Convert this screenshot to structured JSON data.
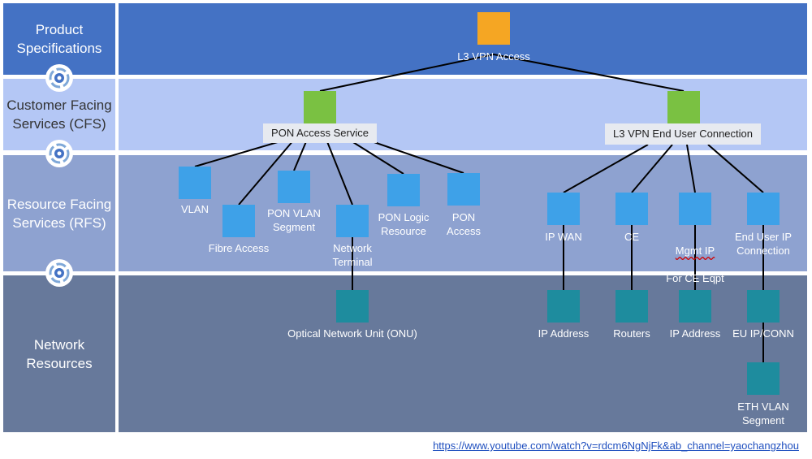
{
  "bands": [
    {
      "label": "Product\nSpecifications"
    },
    {
      "label": "Customer Facing\nServices (CFS)"
    },
    {
      "label": "Resource Facing\nServices (RFS)"
    },
    {
      "label": "Network\nResources"
    }
  ],
  "colors": {
    "band1": "#4472c4",
    "band2": "#b4c7f5",
    "band3": "#8ea2d0",
    "band4": "#67799b",
    "product_node": "#f5a623",
    "cfs_node": "#7ac142",
    "rfs_node": "#3ea1e8",
    "resource_node": "#1e8c9e"
  },
  "product": {
    "label": "L3 VPN Access"
  },
  "cfs": [
    {
      "label": "PON Access Service"
    },
    {
      "label": "L3 VPN End User Connection"
    }
  ],
  "rfs": [
    {
      "label": "VLAN"
    },
    {
      "label": "Fibre Access"
    },
    {
      "label": "PON VLAN\nSegment"
    },
    {
      "label": "Network\nTerminal"
    },
    {
      "label": "PON Logic\nResource"
    },
    {
      "label": "PON\nAccess"
    },
    {
      "label": "IP WAN"
    },
    {
      "label": "CE"
    },
    {
      "label_line1": "Mgmt IP",
      "label_line2": "For CE Eqpt"
    },
    {
      "label": "End User IP\nConnection"
    }
  ],
  "resources": [
    {
      "label": "Optical Network Unit (ONU)"
    },
    {
      "label": "IP Address"
    },
    {
      "label": "Routers"
    },
    {
      "label": "IP Address"
    },
    {
      "label": "EU IP/CONN"
    },
    {
      "label": "ETH VLAN\nSegment"
    }
  ],
  "icons": {
    "gear": "gear-icon"
  },
  "source_url": "https://www.youtube.com/watch?v=rdcm6NgNjFk&ab_channel=yaochangzhou"
}
